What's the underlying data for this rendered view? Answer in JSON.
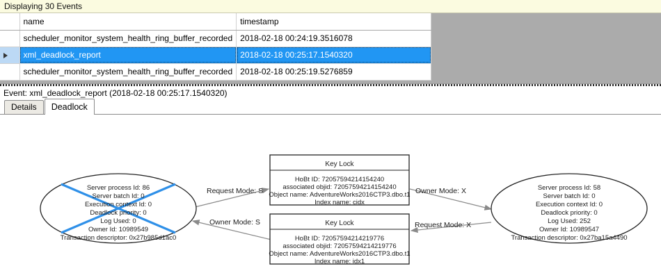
{
  "banner": {
    "text": "Displaying 30 Events"
  },
  "grid": {
    "columns": [
      "",
      "name",
      "timestamp"
    ],
    "rows": [
      {
        "selected": false,
        "marker": "",
        "name": "scheduler_monitor_system_health_ring_buffer_recorded",
        "timestamp": "2018-02-18 00:24:19.3516078"
      },
      {
        "selected": true,
        "marker": "row-arrow-icon",
        "name": "xml_deadlock_report",
        "timestamp": "2018-02-18 00:25:17.1540320"
      },
      {
        "selected": false,
        "marker": "",
        "name": "scheduler_monitor_system_health_ring_buffer_recorded",
        "timestamp": "2018-02-18 00:25:19.5276859"
      }
    ]
  },
  "event_header": {
    "text": "Event: xml_deadlock_report (2018-02-18 00:25:17.1540320)"
  },
  "tabs": [
    {
      "label": "Details",
      "active": false
    },
    {
      "label": "Deadlock",
      "active": true
    }
  ],
  "deadlock_graph": {
    "victim_process": "left",
    "processes": [
      {
        "id": "left",
        "is_victim": true,
        "lines": [
          "Server process Id: 86",
          "Server batch Id: 0",
          "Execution context Id: 0",
          "Deadlock priority: 0",
          "Log Used: 0",
          "Owner Id: 10989549",
          "Transaction descriptor: 0x27b985d1ac0"
        ]
      },
      {
        "id": "right",
        "is_victim": false,
        "lines": [
          "Server process Id: 58",
          "Server batch Id: 0",
          "Execution context Id: 0",
          "Deadlock priority: 0",
          "Log Used: 252",
          "Owner Id: 10989547",
          "Transaction descriptor: 0x27ba15a4490"
        ]
      }
    ],
    "resources": [
      {
        "id": "top",
        "title": "Key Lock",
        "lines": [
          "HoBt ID: 72057594214154240",
          "associated objid: 72057594214154240",
          "Object name: AdventureWorks2016CTP3.dbo.t1",
          "Index name: cidx"
        ]
      },
      {
        "id": "bottom",
        "title": "Key Lock",
        "lines": [
          "HoBt ID: 72057594214219776",
          "associated objid: 72057594214219776",
          "Object name: AdventureWorks2016CTP3.dbo.t1",
          "Index name: idx1"
        ]
      }
    ],
    "edges": [
      {
        "id": "left-request-top",
        "label": "Request Mode: S"
      },
      {
        "id": "top-owner-right",
        "label": "Owner Mode: X"
      },
      {
        "id": "bottom-owner-left",
        "label": "Owner Mode: S"
      },
      {
        "id": "right-request-bottom",
        "label": "Request Mode: X"
      }
    ],
    "colors": {
      "victim_cross": "#2f90e8",
      "node_stroke": "#222222",
      "edge_stroke": "#8a8a8a"
    }
  }
}
